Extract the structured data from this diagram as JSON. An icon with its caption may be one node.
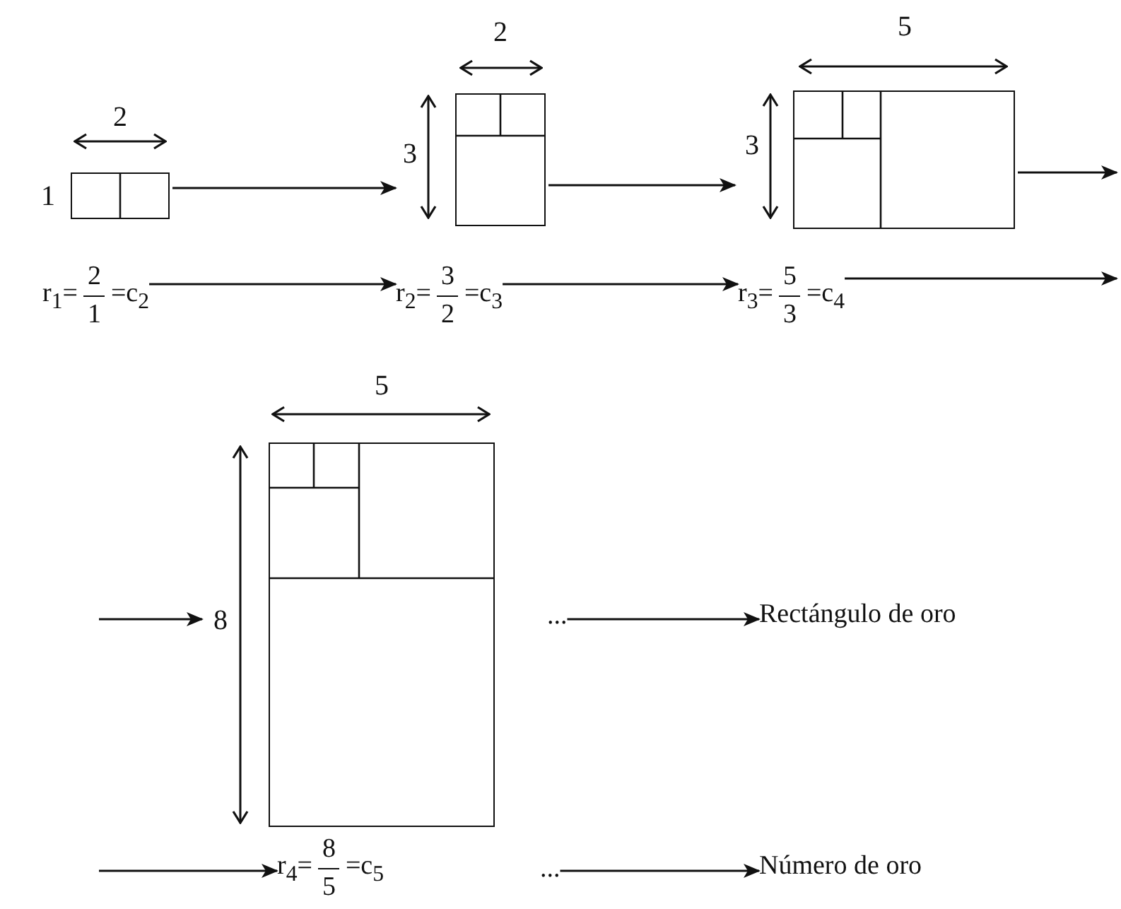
{
  "diagram": {
    "nodes": [
      {
        "text": [],
        "shape": "box",
        "beside": [
          "2",
          "1"
        ]
      },
      {
        "text": [],
        "shape": "box",
        "beside": [
          "2",
          "3"
        ]
      },
      {
        "text": [],
        "shape": "box",
        "beside": [
          "5",
          "3"
        ]
      },
      {
        "text": [
          "r$_{1}$=",
          "2",
          "1",
          "=c$_{2}$"
        ]
      },
      {
        "text": [
          "r$_{2}$=",
          "3",
          "2",
          "=c$_{3}$"
        ]
      },
      {
        "text": [
          "r$_{3}$=",
          "5",
          "3",
          "=c$_{4}$"
        ]
      },
      {
        "text": [],
        "shape": "box",
        "beside": [
          "5",
          "8"
        ]
      },
      {
        "text": [
          "..."
        ]
      },
      {
        "text": [
          "Rectángulo de oro"
        ]
      },
      {
        "text": [
          "r$_{4}$=",
          "8",
          "5",
          "=c$_{5}$"
        ]
      },
      {
        "text": [
          "..."
        ]
      },
      {
        "text": [
          "Número de oro"
        ]
      }
    ],
    "edges": [
      {
        "from": 0,
        "to": 1,
        "arrow": "to"
      },
      {
        "from": 1,
        "to": 2,
        "arrow": "to"
      },
      {
        "from": 2,
        "to": null,
        "arrow": "to"
      },
      {
        "from": 3,
        "to": 4,
        "arrow": "to"
      },
      {
        "from": 4,
        "to": 5,
        "arrow": "to"
      },
      {
        "from": 5,
        "to": null,
        "arrow": "to"
      },
      {
        "from": null,
        "to": 6,
        "arrow": "to"
      },
      {
        "from": 7,
        "to": 8,
        "arrow": "to"
      },
      {
        "from": null,
        "to": 9,
        "arrow": "to"
      },
      {
        "from": 10,
        "to": 11,
        "arrow": "to"
      }
    ]
  }
}
